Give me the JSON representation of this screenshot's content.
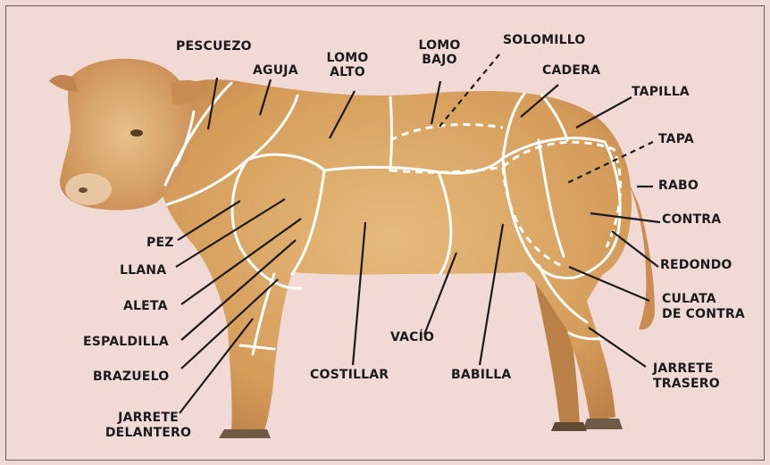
{
  "diagram": {
    "labels": {
      "pescuezo": "PESCUEZO",
      "aguja": "AGUJA",
      "lomo_alto_1": "LOMO",
      "lomo_alto_2": "ALTO",
      "lomo_bajo_1": "LOMO",
      "lomo_bajo_2": "BAJO",
      "solomillo": "SOLOMILLO",
      "cadera": "CADERA",
      "tapilla": "TAPILLA",
      "tapa": "TAPA",
      "rabo": "RABO",
      "contra": "CONTRA",
      "redondo": "REDONDO",
      "culata_1": "CULATA",
      "culata_2": "DE CONTRA",
      "jarrete_trasero_1": "JARRETE",
      "jarrete_trasero_2": "TRASERO",
      "babilla": "BABILLA",
      "vacio": "VACÍO",
      "costillar": "COSTILLAR",
      "pez": "PEZ",
      "llana": "LLANA",
      "aleta": "ALETA",
      "espaldilla": "ESPALDILLA",
      "brazuelo": "BRAZUELO",
      "jarrete_delantero_1": "JARRETE",
      "jarrete_delantero_2": "DELANTERO"
    }
  }
}
